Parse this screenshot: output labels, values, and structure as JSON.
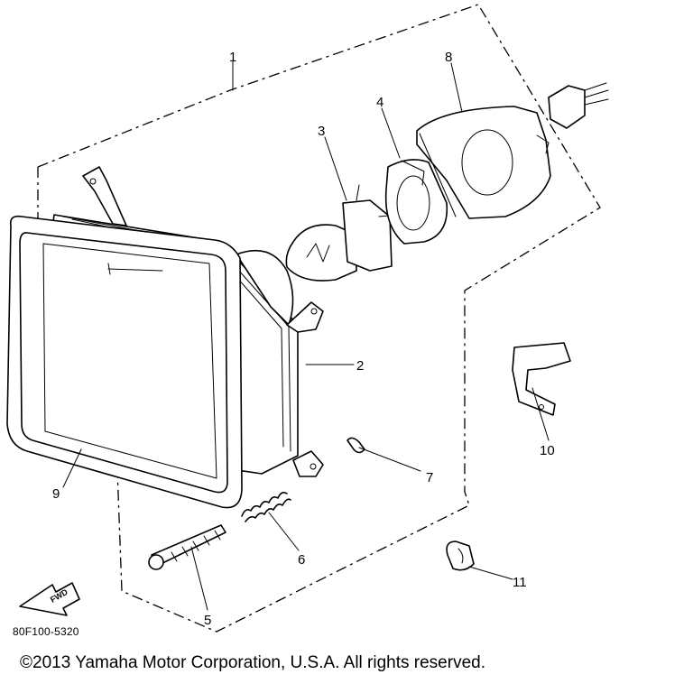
{
  "callouts": [
    {
      "id": "1",
      "label": "1"
    },
    {
      "id": "2",
      "label": "2"
    },
    {
      "id": "3",
      "label": "3"
    },
    {
      "id": "4",
      "label": "4"
    },
    {
      "id": "5",
      "label": "5"
    },
    {
      "id": "6",
      "label": "6"
    },
    {
      "id": "7",
      "label": "7"
    },
    {
      "id": "8",
      "label": "8"
    },
    {
      "id": "9",
      "label": "9"
    },
    {
      "id": "10",
      "label": "10"
    },
    {
      "id": "11",
      "label": "11"
    }
  ],
  "fwd_label": "FWD",
  "diagram_code": "80F100-5320",
  "copyright": "©2013 Yamaha Motor Corporation, U.S.A. All rights reserved."
}
